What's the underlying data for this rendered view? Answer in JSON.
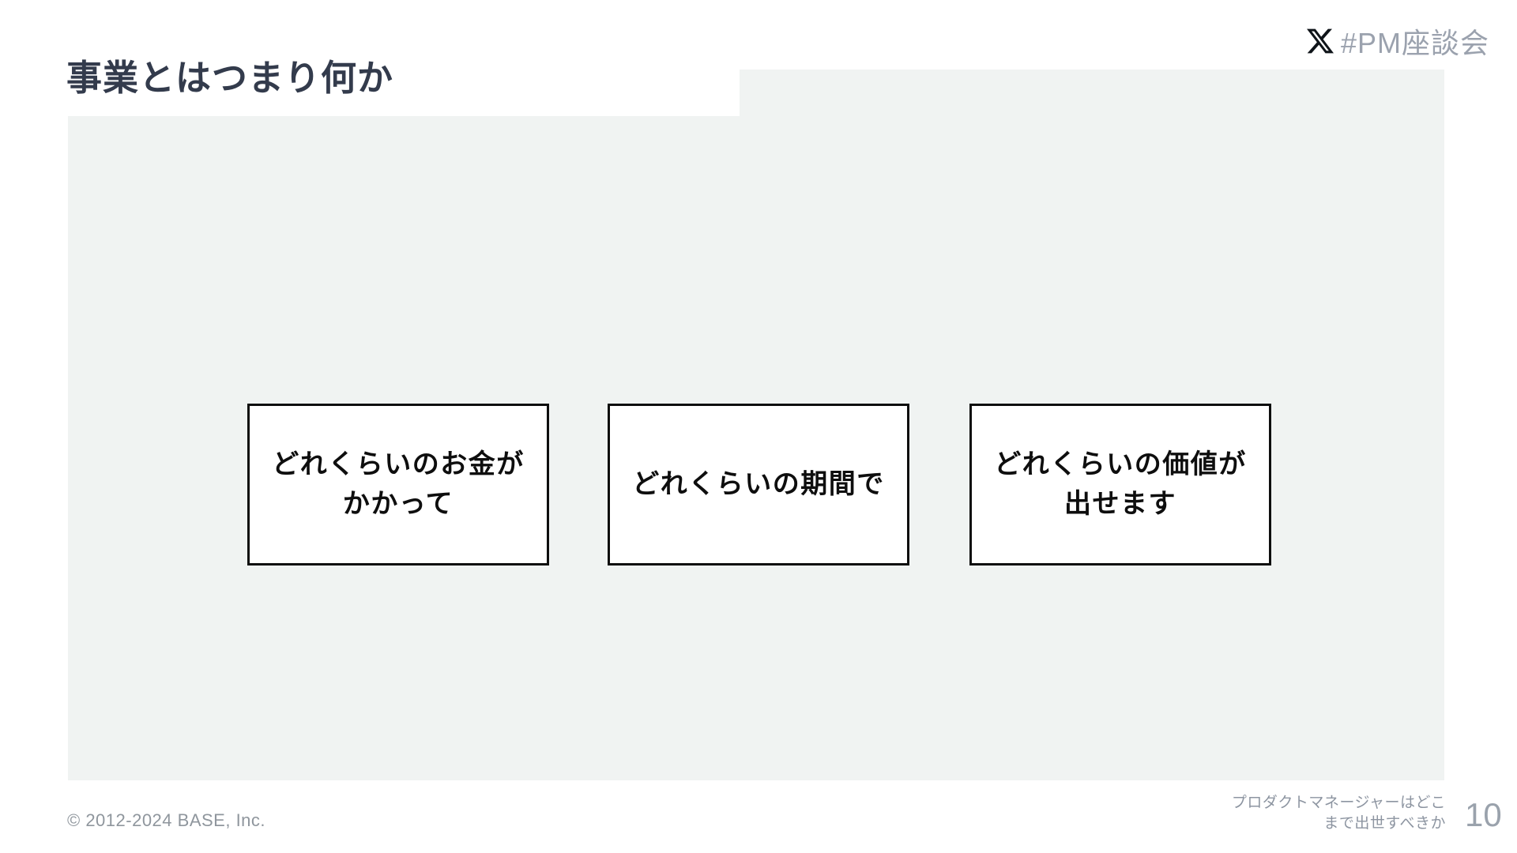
{
  "slide": {
    "title": "事業とはつまり何か",
    "brand": {
      "icon": "x-logo-icon",
      "hashtag": "#PM座談会"
    },
    "boxes": [
      {
        "label": "どれくらいのお金が\nかかって"
      },
      {
        "label": "どれくらいの期間で"
      },
      {
        "label": "どれくらいの価値が\n出せます"
      }
    ],
    "footer": {
      "copyright": "© 2012-2024 BASE, Inc.",
      "deck_title": "プロダクトマネージャーはどこ\nまで出世すべきか",
      "page_number": "10"
    },
    "colors": {
      "title_text": "#333b4c",
      "panel_background": "#f0f3f2",
      "box_border": "#0e0e0e",
      "box_text": "#0e0e0e",
      "muted_footer_text": "#8f969d",
      "hashtag_text": "#9ba2ae",
      "x_logo": "#0f1419"
    }
  }
}
